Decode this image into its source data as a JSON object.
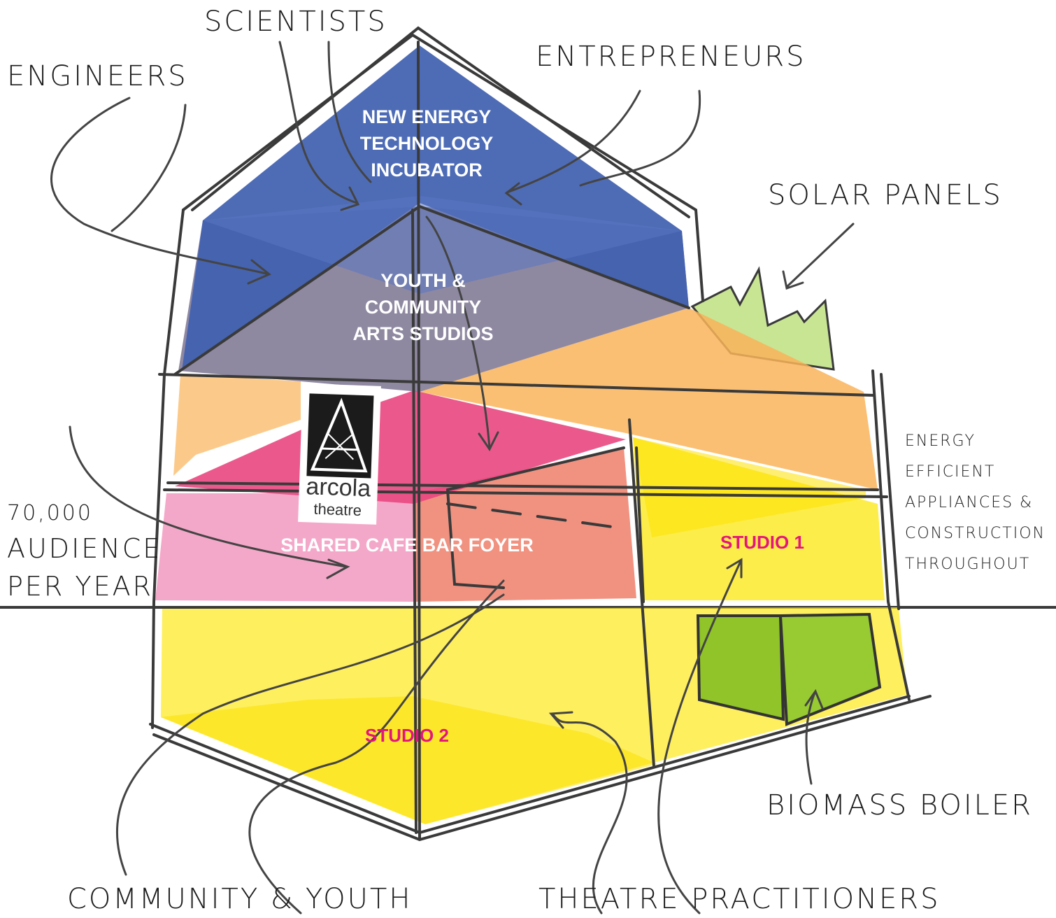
{
  "labels": {
    "scientists": "SCIENTISTS",
    "engineers": "ENGINEERS",
    "entrepreneurs": "ENTREPRENEURS",
    "solar_panels": "SOLAR PANELS",
    "audience_1": "70,000",
    "audience_2": "AUDIENCE",
    "audience_3": "PER YEAR",
    "energy_1": "ENERGY",
    "energy_2": "EFFICIENT",
    "energy_3": "APPLIANCES &",
    "energy_4": "CONSTRUCTION",
    "energy_5": "THROUGHOUT",
    "biomass": "BIOMASS BOILER",
    "community": "COMMUNITY & YOUTH",
    "theatre_practitioners": "THEATRE PRACTITIONERS"
  },
  "zones": {
    "incubator_1": "NEW ENERGY",
    "incubator_2": "TECHNOLOGY",
    "incubator_3": "INCUBATOR",
    "youth_1": "YOUTH &",
    "youth_2": "COMMUNITY",
    "youth_3": "ARTS STUDIOS",
    "foyer": "SHARED CAFE BAR FOYER",
    "studio1": "STUDIO 1",
    "studio2": "STUDIO 2"
  },
  "logo": {
    "line1": "arcola",
    "line2": "theatre"
  },
  "colors": {
    "incubator": "#3f5fb0",
    "youth": "#7b7391",
    "orange": "#f9b45a",
    "pink": "#e9477f",
    "yellow": "#fdea2a",
    "green": "#9bd03a",
    "studio_text": "#e4157c",
    "sketch": "#3a3a3a"
  }
}
